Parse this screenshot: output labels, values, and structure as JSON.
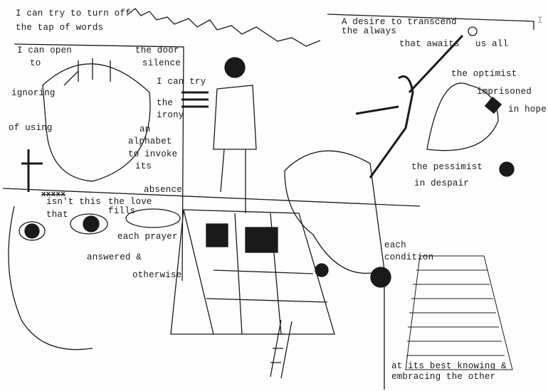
{
  "poem": {
    "left": {
      "line1": "I can try  to turn off",
      "line2": "the tap  of words",
      "open": "I can open",
      "door": "the door",
      "to": "to",
      "silence": "silence",
      "try": "I can try",
      "ignoring": "ignoring",
      "the": "the",
      "irony": "irony",
      "of_using": "of using",
      "an": "an",
      "alphabet": "alphabet",
      "to_invoke": "to invoke",
      "its": "its",
      "absence": "absence",
      "struck": "xxxxx",
      "isnt_this": "isn't this",
      "the_love": "the  love",
      "fills": "fills",
      "that": "that",
      "each_prayer": "each prayer",
      "answered": "answered &",
      "otherwise": "otherwise"
    },
    "right": {
      "desire": "A desire   to transcend",
      "always": "the always",
      "awaits": "that awaits",
      "us_all": "us  all",
      "optimist": "the optimist",
      "imprisoned": "imprisoned",
      "in_hope": "in  hope",
      "pessimist": "the pessimist",
      "despair": "in despair",
      "each": "each",
      "condition": "condition",
      "best": "at its best   knowing &",
      "embracing": "embracing  the other",
      "page_mark": "I"
    }
  },
  "colors": {
    "ink": "#1a1a1a",
    "paper": "#fdfdfd"
  }
}
